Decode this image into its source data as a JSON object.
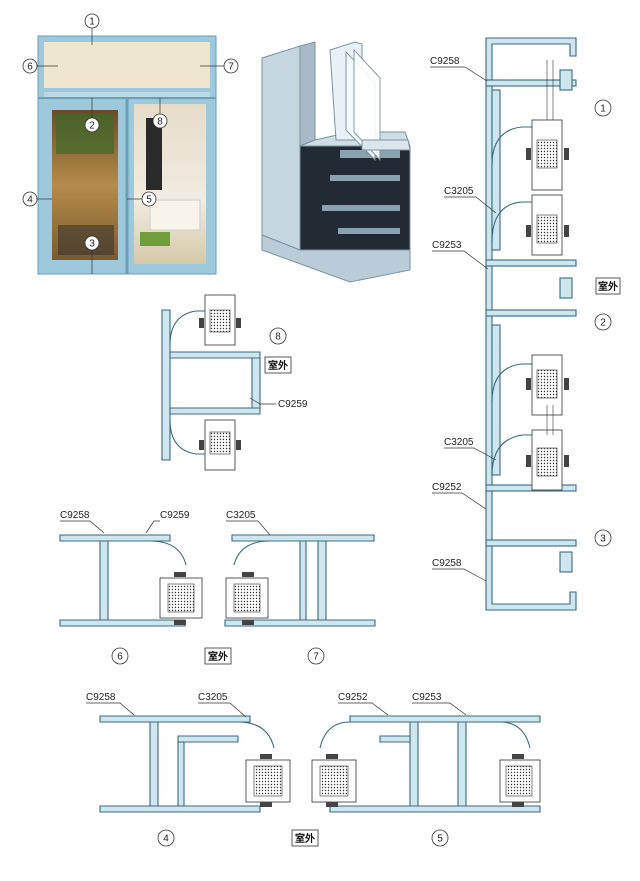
{
  "callouts": {
    "n1": "1",
    "n2": "2",
    "n3": "3",
    "n4": "4",
    "n5": "5",
    "n6": "6",
    "n7": "7",
    "n8": "8"
  },
  "outside_label": "室外",
  "profiles": {
    "c9258": "C9258",
    "c9259": "C9259",
    "c3205": "C3205",
    "c9253": "C9253",
    "c9252": "C9252"
  },
  "colors": {
    "profile_fill": "#cfe6ef",
    "profile_stroke": "#3a6b80",
    "window_frame": "#9ec9dd"
  },
  "icons": [
    "window-photo",
    "profile-3d-render"
  ]
}
